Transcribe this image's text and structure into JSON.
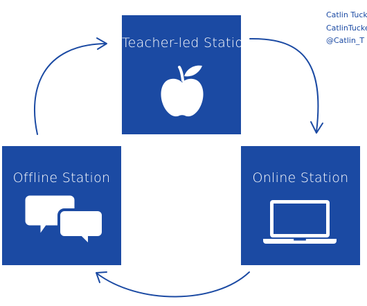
{
  "stations": {
    "teacher": {
      "label": "Teacher-led Station",
      "icon": "apple-icon"
    },
    "online": {
      "label": "Online Station",
      "icon": "laptop-icon"
    },
    "offline": {
      "label": "Offline Station",
      "icon": "chat-bubbles-icon"
    }
  },
  "credits": {
    "line1": "Catlin Tucke",
    "line2": "CatlinTucke",
    "line3": "@Catlin_T"
  },
  "colors": {
    "station_fill": "#1b4aa3",
    "icon": "#ffffff",
    "arrow": "#1b4aa3"
  }
}
